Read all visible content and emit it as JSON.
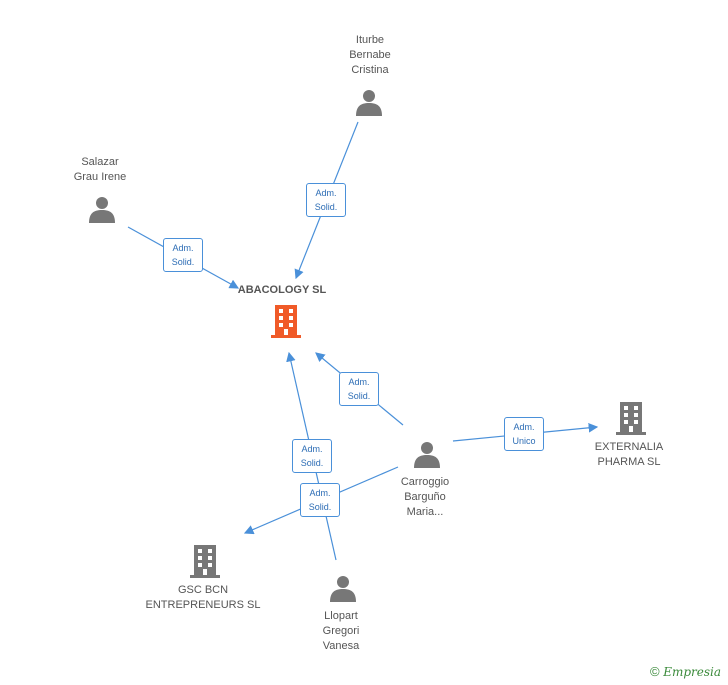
{
  "nodes": {
    "main": {
      "name": "ABACOLOGY SL"
    },
    "iturbe": {
      "lines": [
        "Iturbe",
        "Bernabe",
        "Cristina"
      ]
    },
    "salazar": {
      "lines": [
        "Salazar",
        "Grau Irene"
      ]
    },
    "carroggio": {
      "lines": [
        "Carroggio",
        "Barguño",
        "Maria..."
      ]
    },
    "externalia": {
      "lines": [
        "EXTERNALIA",
        "PHARMA SL"
      ]
    },
    "gsc": {
      "lines": [
        "GSC BCN",
        "ENTREPRENEURS SL"
      ]
    },
    "llopart": {
      "lines": [
        "Llopart",
        "Gregori",
        "Vanesa"
      ]
    }
  },
  "edge_labels": {
    "iturbe_main": [
      "Adm.",
      "Solid."
    ],
    "salazar_main": [
      "Adm.",
      "Solid."
    ],
    "carroggio_main": [
      "Adm.",
      "Solid."
    ],
    "carroggio_externalia": [
      "Adm.",
      "Unico"
    ],
    "llopart_main": [
      "Adm.",
      "Solid."
    ],
    "carroggio_gsc": [
      "Adm.",
      "Solid."
    ]
  },
  "footer": {
    "symbol": "©",
    "brand": "Empresia"
  },
  "colors": {
    "edge": "#4a90d9",
    "person": "#777777",
    "company": "#777777",
    "main_company": "#f05a28"
  }
}
